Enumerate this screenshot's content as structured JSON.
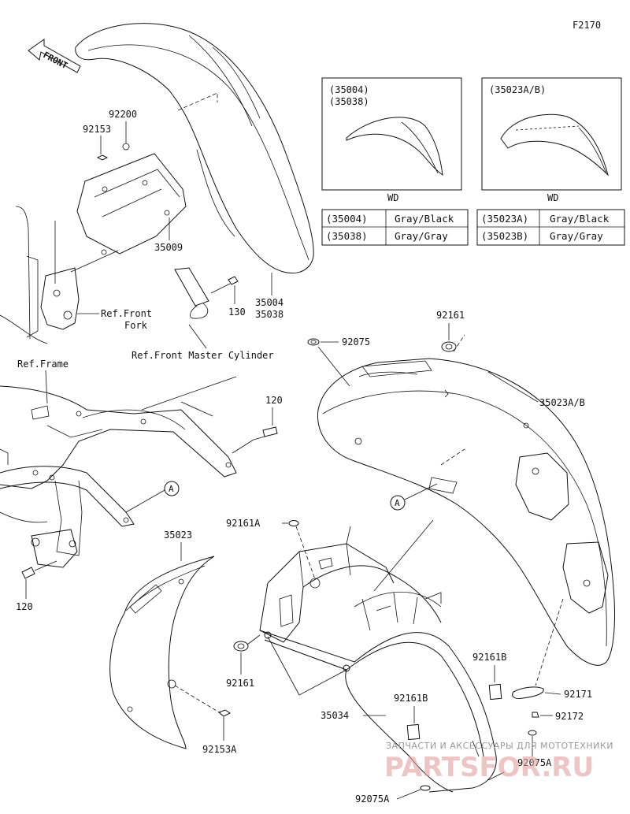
{
  "figure_code": "F2170",
  "front_arrow_label": "FRONT",
  "callouts": {
    "p92200": "92200",
    "p92153_top": "92153",
    "p35009": "35009",
    "p130": "130",
    "p35004": "35004",
    "p35038": "35038",
    "ref_front_fork_1": "Ref.Front",
    "ref_front_fork_2": "Fork",
    "ref_front_master_cylinder": "Ref.Front Master Cylinder",
    "ref_frame": "Ref.Frame",
    "p120_top": "120",
    "p120_bottom": "120",
    "p92075": "92075",
    "p92161_top": "92161",
    "p35023ab": "35023A/B",
    "p35023": "35023",
    "p92161a": "92161A",
    "p92161_mid": "92161",
    "p92153a": "92153A",
    "p35034": "35034",
    "p92161b_1": "92161B",
    "p92161b_2": "92161B",
    "p92171": "92171",
    "p92172": "92172",
    "p92075a_1": "92075A",
    "p92075a_2": "92075A",
    "circle_a_1": "A",
    "circle_a_2": "A"
  },
  "inset_front": {
    "codes_line1": "(35004)",
    "codes_line2": "(35038)",
    "wd_label": "WD",
    "rows": [
      {
        "code": "(35004)",
        "color": "Gray/Black"
      },
      {
        "code": "(35038)",
        "color": "Gray/Gray"
      }
    ]
  },
  "inset_rear": {
    "codes_line1": "(35023A/B)",
    "wd_label": "WD",
    "rows": [
      {
        "code": "(35023A)",
        "color": "Gray/Black"
      },
      {
        "code": "(35023B)",
        "color": "Gray/Gray"
      }
    ]
  },
  "watermark": {
    "line1": "ЗАПЧАСТИ И АКСЕССУАРЫ ДЛЯ МОТОТЕХНИКИ",
    "line2": "PARTSFOR.RU"
  }
}
